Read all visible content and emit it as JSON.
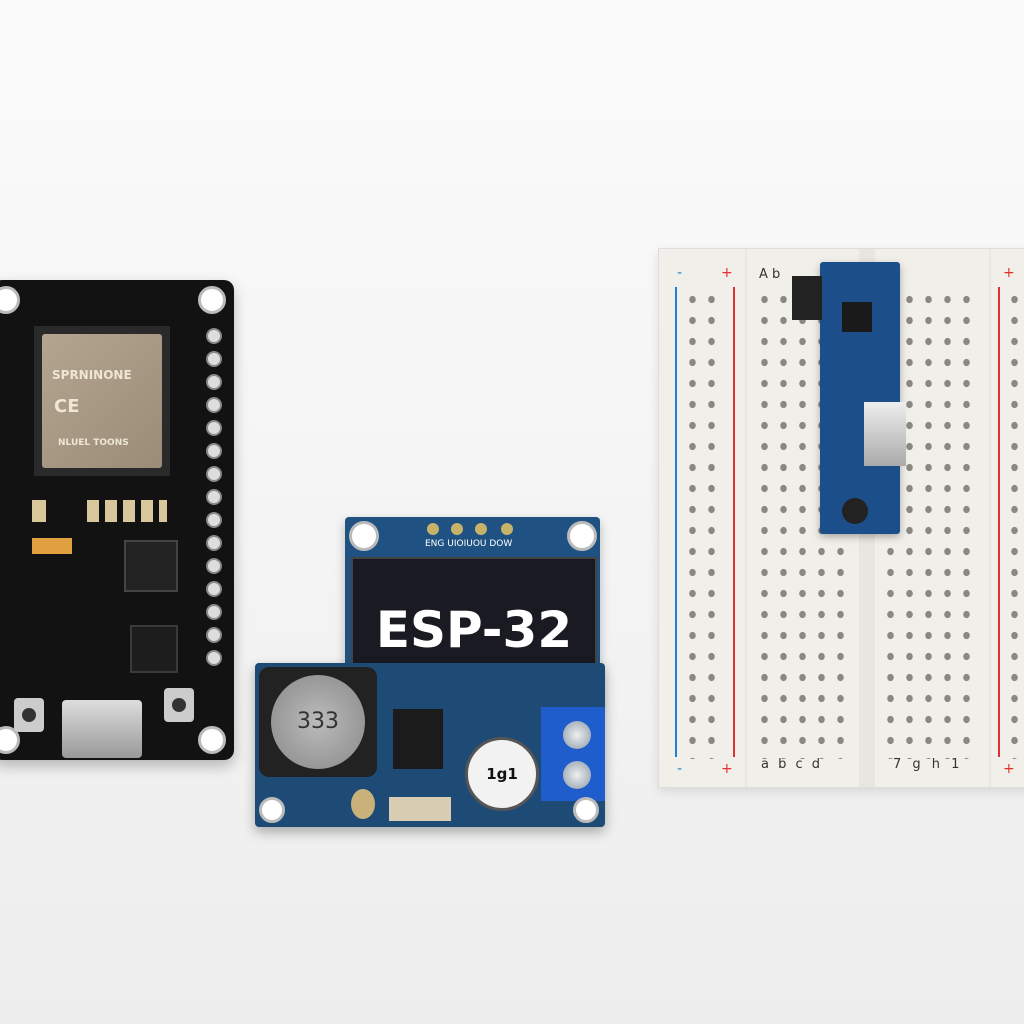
{
  "esp32_board": {
    "module_brand": "SPRNINONE",
    "module_ce": "CE",
    "module_subtext": "NLUEL TOONS"
  },
  "oled_display": {
    "screen_text": "ESP-32",
    "pin_labels": "ENG UIOIUOU DOW"
  },
  "buck_converter": {
    "inductor_marking": "333",
    "capacitor_marking": "1g1"
  },
  "breadboard": {
    "top_labels": "A b",
    "bottom_left_labels": "a b c d",
    "bottom_right_labels": "7 g h 1",
    "plus": "+",
    "minus": "-"
  },
  "colors": {
    "pcb_blue": "#1d4b75",
    "esp_black": "#121212",
    "rail_red": "#e03030",
    "rail_blue": "#2080d0"
  }
}
